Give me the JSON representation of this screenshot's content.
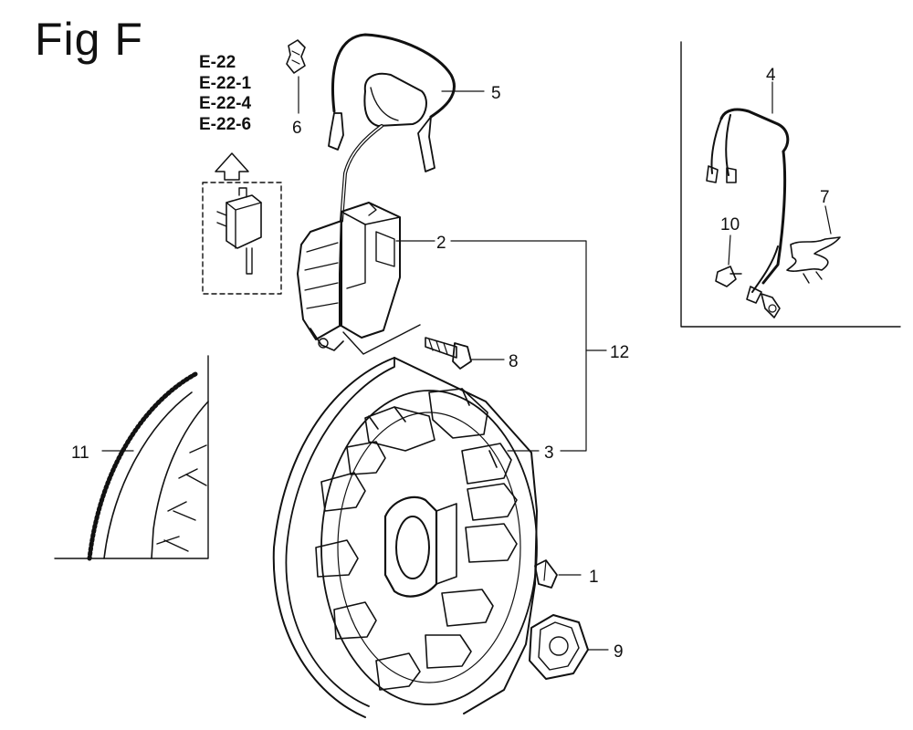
{
  "figure": {
    "title": "Fig F",
    "references": [
      "E-22",
      "E-22-1",
      "E-22-4",
      "E-22-6"
    ]
  },
  "callouts": {
    "c1": "1",
    "c2": "2",
    "c3": "3",
    "c4": "4",
    "c5": "5",
    "c6": "6",
    "c7": "7",
    "c8": "8",
    "c9": "9",
    "c10": "10",
    "c11": "11",
    "c12": "12"
  }
}
